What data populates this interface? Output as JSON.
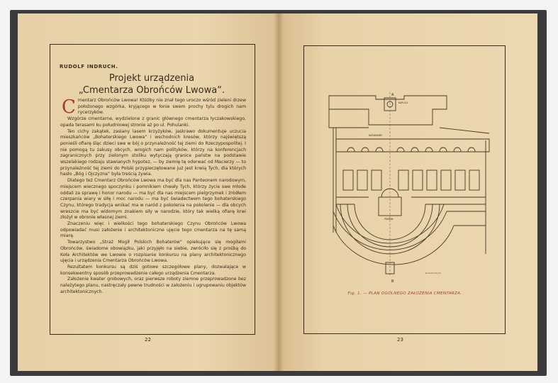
{
  "left_page": {
    "author": "RUDOLF INDRUCH.",
    "title_line1": "Projekt urządzenia",
    "title_line2": "„Cmentarza Obrońców Lwowa“.",
    "dropcap": "C",
    "paragraphs": [
      "mentarz Obrońców Lwowa! Któżby nie znał tego uroczo wśród zieleni drzew położonego wzgórka, kryjącego w łonie swem prochy tylu drogich nam rycerzyków.",
      "Wzgórze cmentarne, wydzielone z granic głównego cmentarza łyczakowskiego, opada terasami ku południowej stronie aż po ul. Pohulanki.",
      "Ten cichy zakątek, zasiany lasem krzyżyków, jaskrawo dokumentuje uczucia mieszkańców „Bohaterskiego Lwowa“ i wschodnich kresów, którzy najświętszą ponieśli ofiarę śląc dzieci swe w bój o przynależność tej ziemi do Rzeczypospolitej. I nie pomogą tu zakusy obcych, wrogich nam polityków, którzy na konferencjach zagranicznych przy zielonym stoliku wytyczają granice państw na podstawie wszelakiego rodzaju stawianych hypotez, — by ziemię tę oderwać od Macierzy — to przynależność tej ziemi do Polski przypieczętowane już jest krwią Tych, dla których hasło „Bóg i Ojczyzna“ była treścią żywia.",
      "Dlatego też Cmentarz Obrońców Lwowa ma być dla nas Panteonem narodowym, miejscem wiecznego spoczynku i pomnikiem chwały Tych, którzy życie swe młode oddali za sprawę i honor narodu — ma być dla nas miejscem pielgrzymek i źródłem czerpania wiary w siłę i moc narodu — ma być świadectwem tego bohaterskiego Czynu, którego tradycja wnikać ma w naród z pokolenia na pokolenie — dla obcych wreszcie ma być widomym znakiem siły w narodzie, który tak wielką ofiarę krwi złożył w obronie własnej ziemi.",
      "Znaczeniu więc i wielkości tego bohaterskiego Czynu Obrońców Lwowa odpowiadać musi założenie i architektoniczne ujęcie tego cmentarza na tę samą miarę.",
      "Towarzystwo „Straż Mogił Polskich Bohaterów“ opiekujące się mogiłami Obrońców, świadome obowiązku, jaki przyjęło na siebie, zwróciło się z prośbą do Koła Architektów we Lwowie o rozpisanie konkursu na plany architektonicznego ujęcia i urządzenia Cmentarza Obrońców Lwowa.",
      "Rezultatem konkursu są dziś gotowe szczegółowe plany, dozwalające w konsekwentny sposób przeprowadzenie całego urządzenia Cmentarza.",
      "Założenie kwater grobowych, oraz pierwsze roboty ziemne przeprowadzone bez należytego planu, nastręczały pewne trudności w założeniu i ugrupowaniu objektów architektonicznych."
    ],
    "page_number": "22"
  },
  "right_page": {
    "plan_labels": {
      "marker_top": "A",
      "marker_bottom": "B",
      "kaplica": "KAPLICA",
      "katakumby": "KATAKUMBY",
      "pomnik": "POMNIK",
      "signature": "Rudolf Indruch"
    },
    "caption": "Fig. 1. — PLAN OGÓLNEGO ZAŁOŻENIA CMENTARZA.",
    "page_number": "23"
  },
  "colors": {
    "paper": "#e9d3aa",
    "ink": "#3a2a1c",
    "accent_red": "#a33a2c",
    "cover": "#3b3a3c"
  }
}
